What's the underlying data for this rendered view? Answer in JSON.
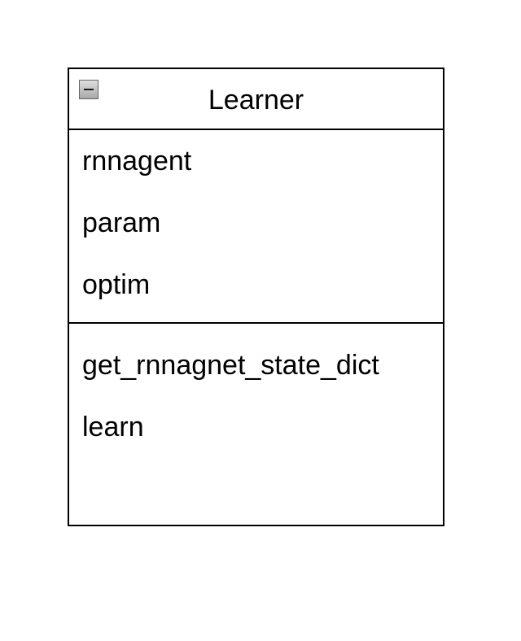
{
  "class": {
    "name": "Learner",
    "attributes": [
      "rnnagent",
      "param",
      "optim"
    ],
    "methods": [
      "get_rnnagnet_state_dict",
      "learn"
    ],
    "collapse_icon": "minus-icon"
  }
}
